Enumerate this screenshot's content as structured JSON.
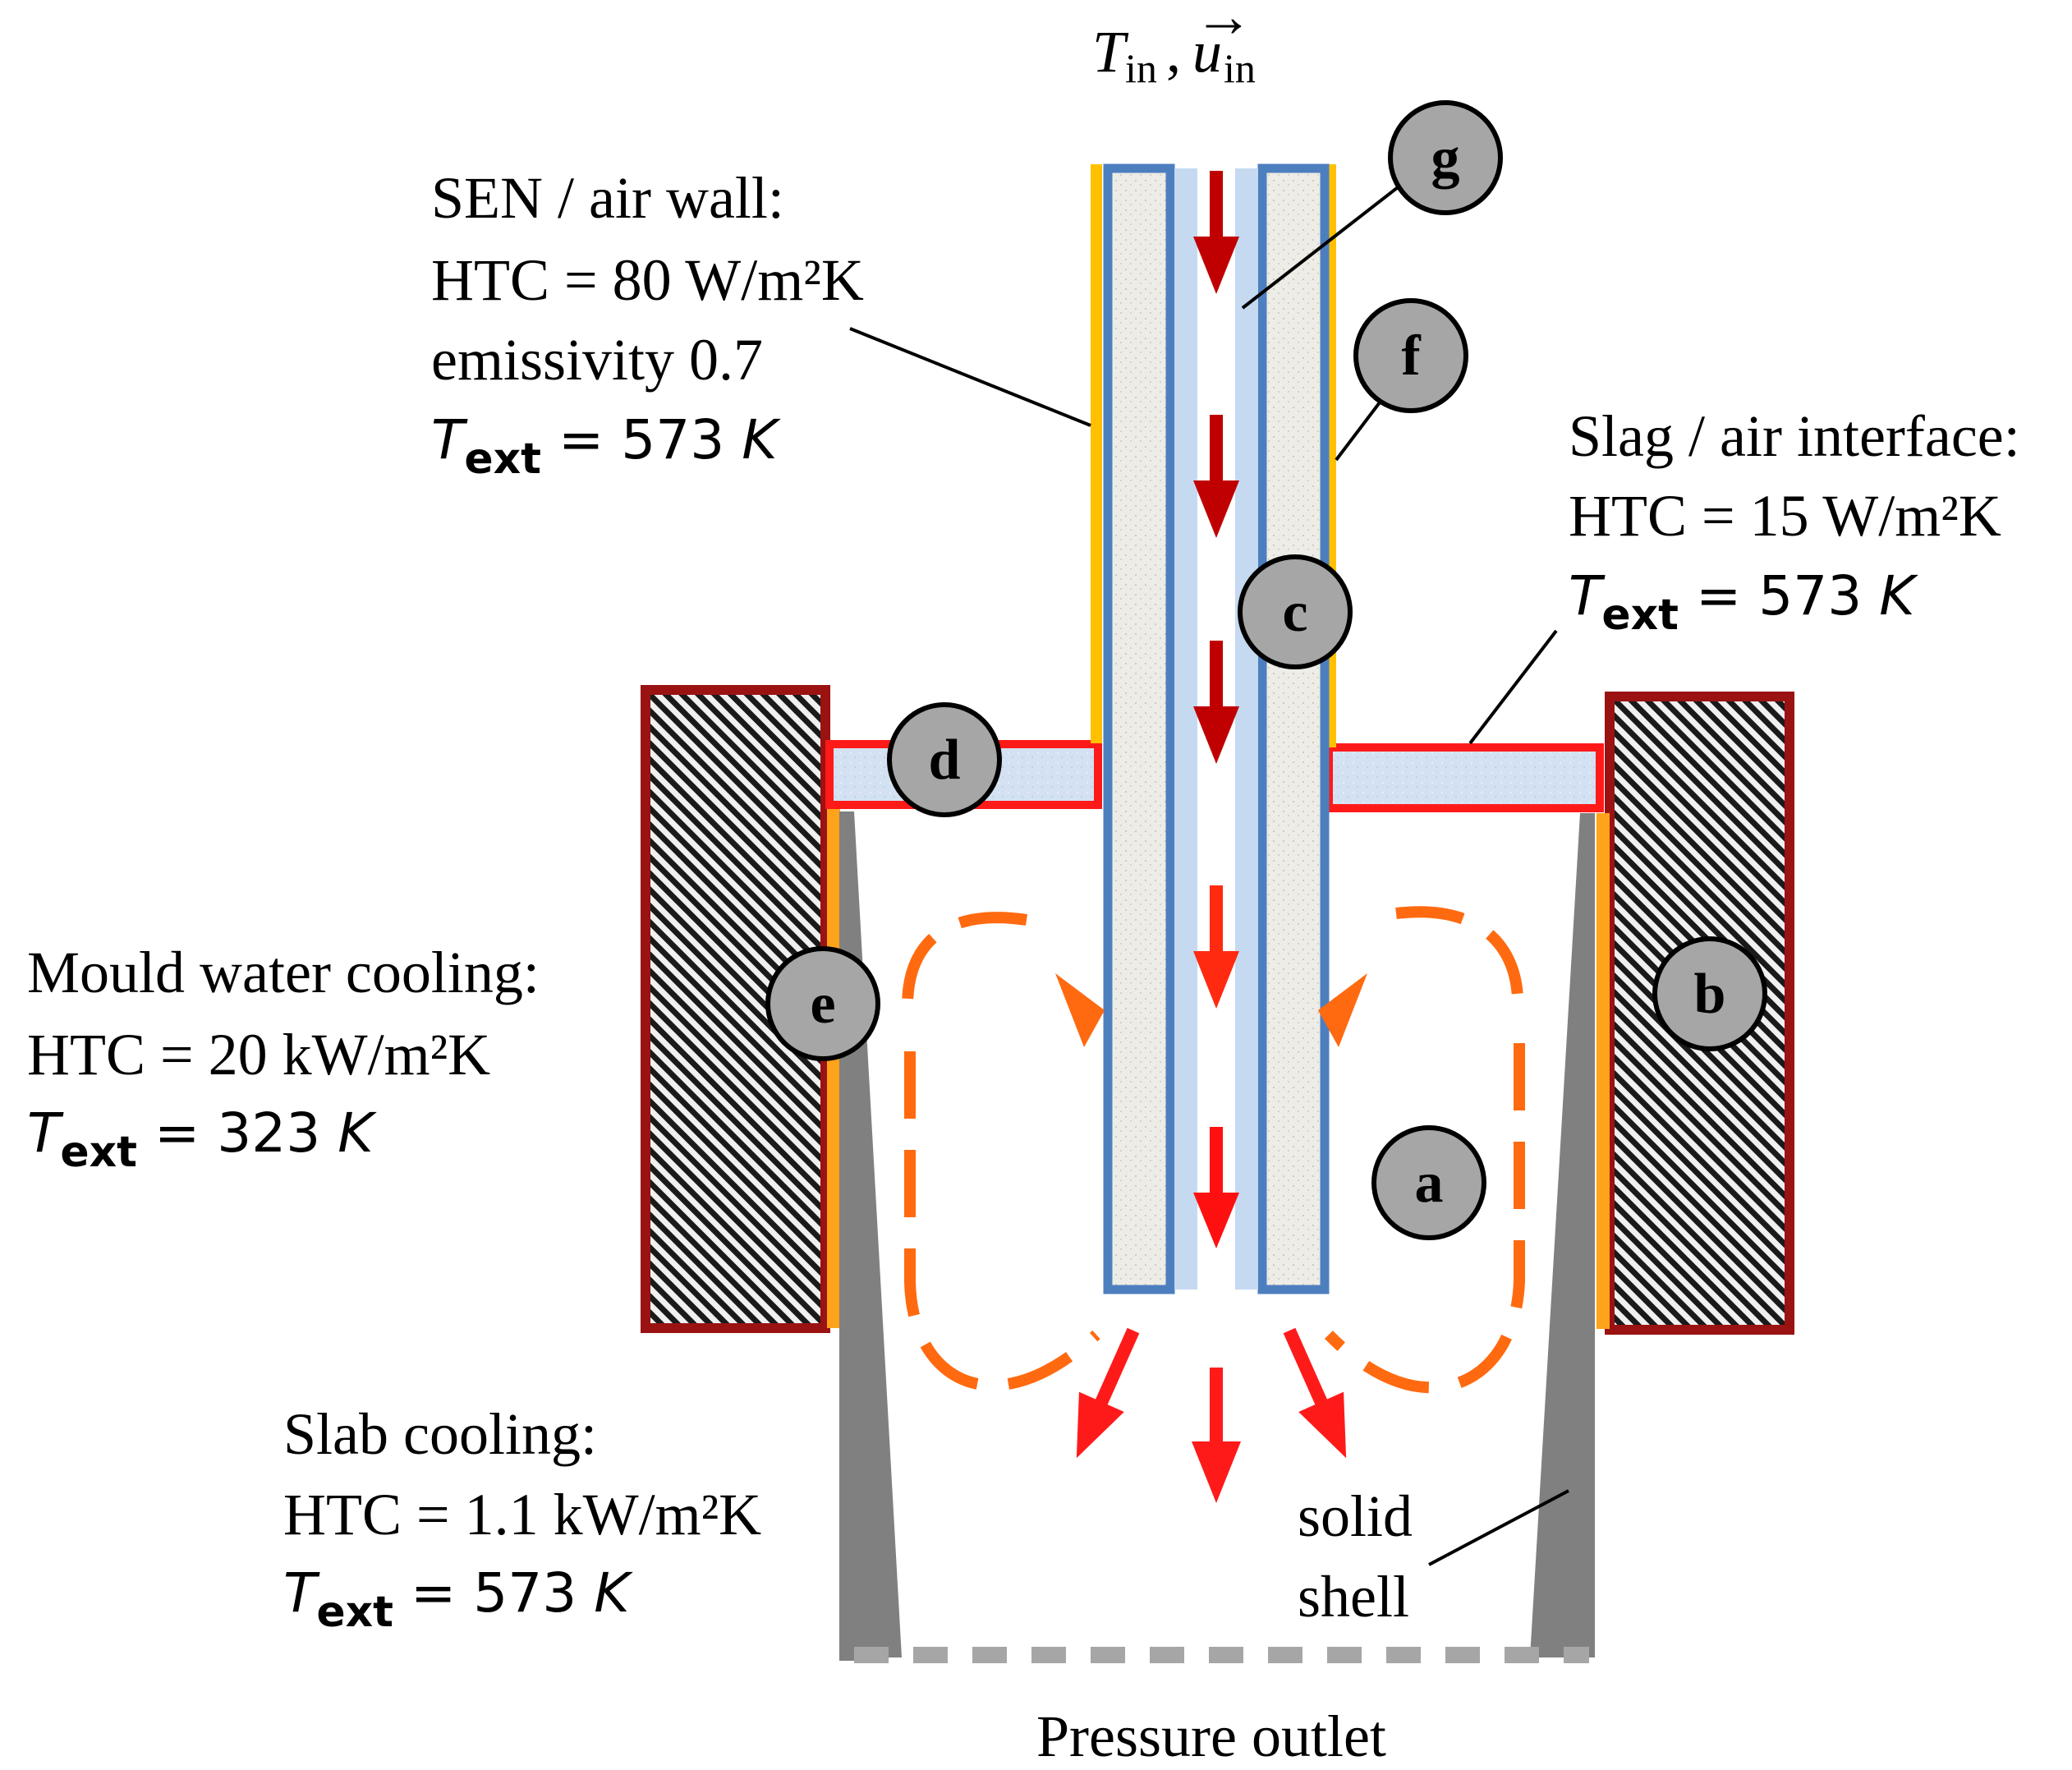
{
  "inlet": {
    "T": "T",
    "T_sub": "in",
    "u": "u",
    "u_sub": "in"
  },
  "sen_air_wall": {
    "title": "SEN / air wall:",
    "htc": "HTC = 80 W/m²K",
    "emissivity": "emissivity 0.7",
    "text_T": "T",
    "text_sub": "ext",
    "text_eq": " = 573 ",
    "text_unit": "K"
  },
  "slag_air": {
    "title": "Slag / air interface:",
    "htc": "HTC = 15 W/m²K",
    "text_T": "T",
    "text_sub": "ext",
    "text_eq": " = 573 ",
    "text_unit": "K"
  },
  "mould_water": {
    "title": "Mould water cooling:",
    "htc": "HTC = 20 kW/m²K",
    "text_T": "T",
    "text_sub": "ext",
    "text_eq": " = 323 ",
    "text_unit": "K"
  },
  "slab_cooling": {
    "title": "Slab cooling:",
    "htc": "HTC = 1.1 kW/m²K",
    "text_T": "T",
    "text_sub": "ext",
    "text_eq": " = 573 ",
    "text_unit": "K"
  },
  "solid_shell": {
    "line1": "solid",
    "line2": "shell"
  },
  "pressure_outlet": "Pressure outlet",
  "markers": {
    "a": "a",
    "b": "b",
    "c": "c",
    "d": "d",
    "e": "e",
    "f": "f",
    "g": "g"
  },
  "colors": {
    "mould_border": "#9b1212",
    "sen_blue": "#4d7fbf",
    "light_blue": "#c5d9f1",
    "slag_red": "#ff1a1a",
    "yellow": "#ffc000",
    "shell_gray": "#808080",
    "marker_gray": "#a6a6a6",
    "arrow_dark_red": "#c00000",
    "arrow_red": "#ff2020",
    "flow_orange": "#ff6a10"
  }
}
